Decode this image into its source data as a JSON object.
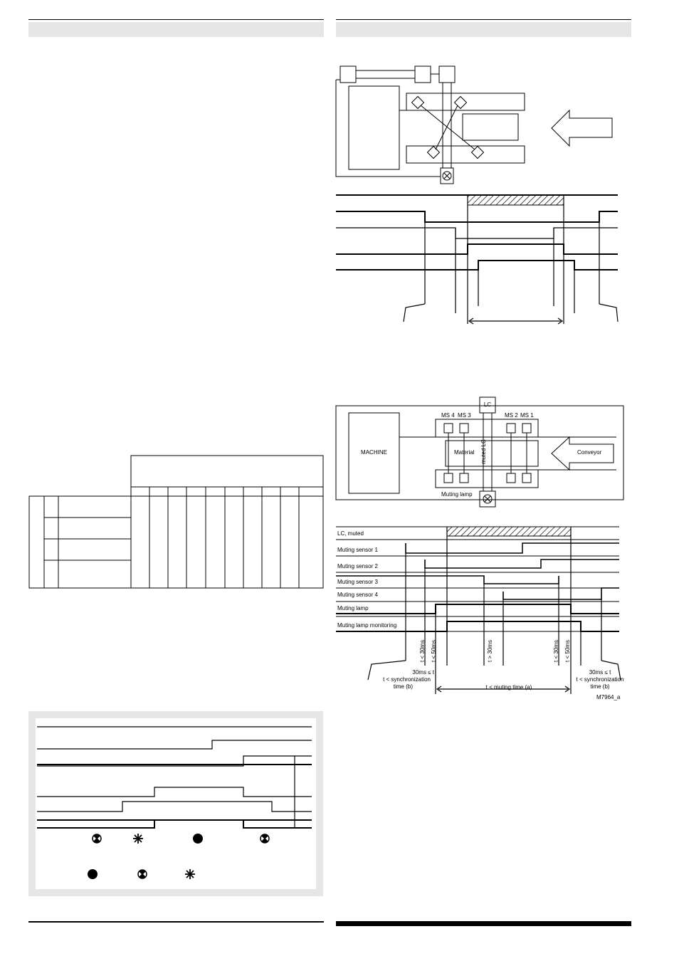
{
  "diagram2": {
    "lc": "LC",
    "ms4": "MS 4",
    "ms3": "MS 3",
    "ms2": "MS 2",
    "ms1": "MS 1",
    "machine": "MACHINE",
    "material": "Material",
    "muted_lc": "muted LC",
    "conveyor": "Conveyor",
    "muting_lamp": "Muting lamp"
  },
  "timing2": {
    "labels": [
      "LC, muted",
      "Muting sensor 1",
      "Muting sensor 2",
      "Muting sensor 3",
      "Muting sensor 4",
      "Muting lamp",
      "Muting lamp monitoring"
    ],
    "t_lt_30_left": "t < 30ms",
    "t_lt_50_left": "t < 50ms",
    "t_gt_30": "t > 30ms",
    "t_lt_30_right": "t < 30ms",
    "t_lt_50_right": "t < 50ms",
    "sync_left_1": "30ms ≤ t",
    "sync_left_2": "t < synchronization",
    "sync_left_3": "time (b)",
    "sync_right_1": "30ms ≤ t",
    "sync_right_2": "t < synchronization",
    "sync_right_3": "time (b)",
    "muting_time": "t < muting time (a)",
    "figure_id": "M7964_a"
  },
  "icons": [
    "lamp-cross-icon",
    "lamp-flash-icon",
    "lamp-on-icon"
  ]
}
